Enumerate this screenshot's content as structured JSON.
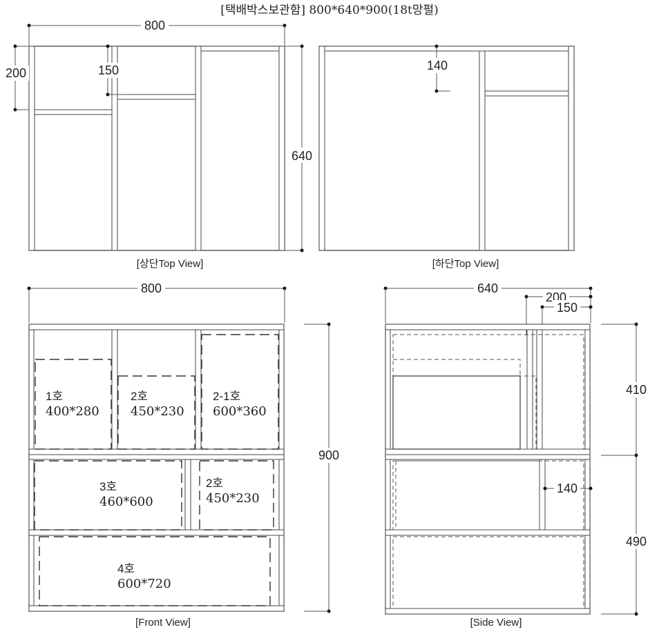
{
  "title": "[택배박스보관함] 800*640*900(18t망펄)",
  "top_view": {
    "caption": "[상단Top View]",
    "width_label": "800",
    "depth_label": "640",
    "shelf_label_left": "200",
    "shelf_label_mid": "150"
  },
  "bottom_view": {
    "caption": "[하단Top View]",
    "shelf_label": "140"
  },
  "front_view": {
    "caption": "[Front View]",
    "width_label": "800",
    "height_label": "900",
    "boxes": [
      {
        "name": "1호",
        "size": "400*280"
      },
      {
        "name": "2호",
        "size": "450*230"
      },
      {
        "name": "2-1호",
        "size": "600*360"
      },
      {
        "name": "3호",
        "size": "460*600"
      },
      {
        "name": "2호",
        "size": "450*230"
      },
      {
        "name": "4호",
        "size": "600*720"
      }
    ]
  },
  "side_view": {
    "caption": "[Side View]",
    "depth_label": "640",
    "dim_200": "200",
    "dim_150": "150",
    "dim_140": "140",
    "upper_height": "410",
    "lower_height": "490"
  }
}
